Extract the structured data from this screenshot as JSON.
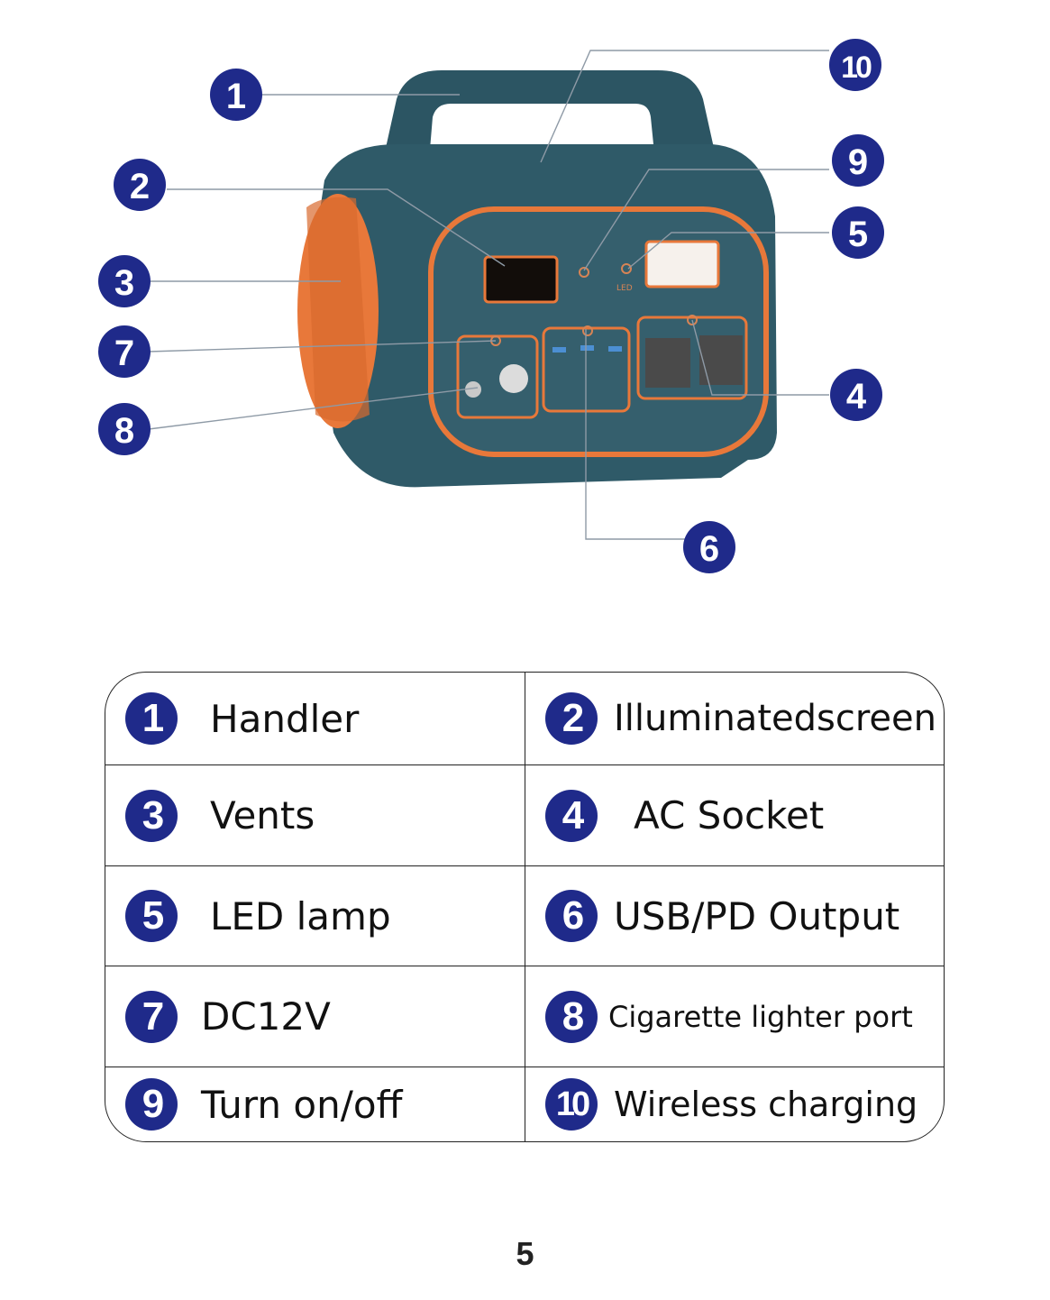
{
  "callouts": [
    "1",
    "2",
    "3",
    "4",
    "5",
    "6",
    "7",
    "8",
    "9",
    "10"
  ],
  "device": {
    "led_label": "LED"
  },
  "parts": [
    {
      "num": "1",
      "label": "Handler"
    },
    {
      "num": "2",
      "label": "Illuminatedscreen"
    },
    {
      "num": "3",
      "label": "Vents"
    },
    {
      "num": "4",
      "label": "AC Socket"
    },
    {
      "num": "5",
      "label": "LED lamp"
    },
    {
      "num": "6",
      "label": "USB/PD Output"
    },
    {
      "num": "7",
      "label": "DC12V"
    },
    {
      "num": "8",
      "label": "Cigarette lighter port"
    },
    {
      "num": "9",
      "label": "Turn on/off"
    },
    {
      "num": "10",
      "label": "Wireless charging"
    }
  ],
  "page_number": "5",
  "colors": {
    "badge": "#1f2a8a",
    "body": "#2f5a68",
    "accent": "#e8783a"
  }
}
